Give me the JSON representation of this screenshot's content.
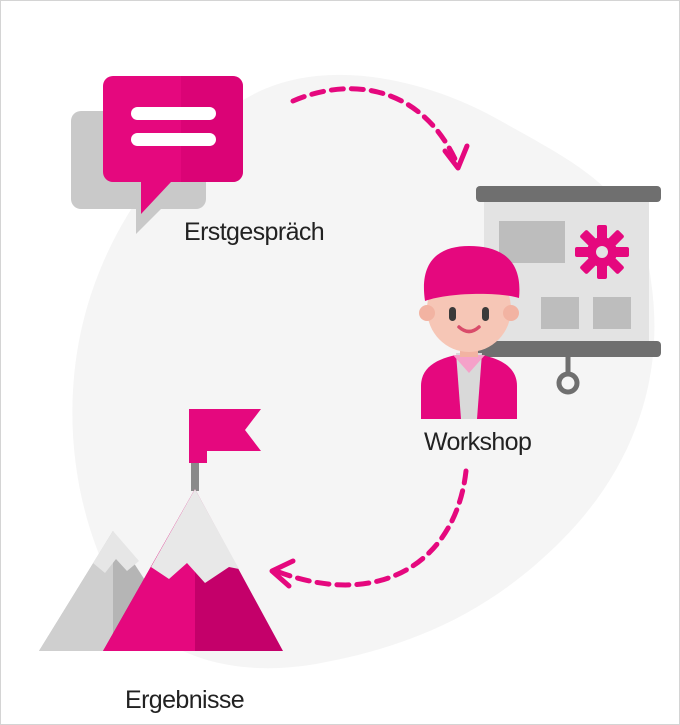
{
  "steps": [
    {
      "label": "Erstgespräch",
      "icon": "speech-bubble-icon"
    },
    {
      "label": "Workshop",
      "icon": "presenter-whiteboard-icon"
    },
    {
      "label": "Ergebnisse",
      "icon": "mountain-flag-icon"
    }
  ],
  "colors": {
    "accent": "#e5087e",
    "accent_dark": "#c4006a",
    "blob": "#f5f5f5",
    "gray_dark": "#6f6f6f",
    "gray_mid": "#b5b5b5",
    "gray_light": "#d9d9d9",
    "skin": "#f6c6b6"
  }
}
